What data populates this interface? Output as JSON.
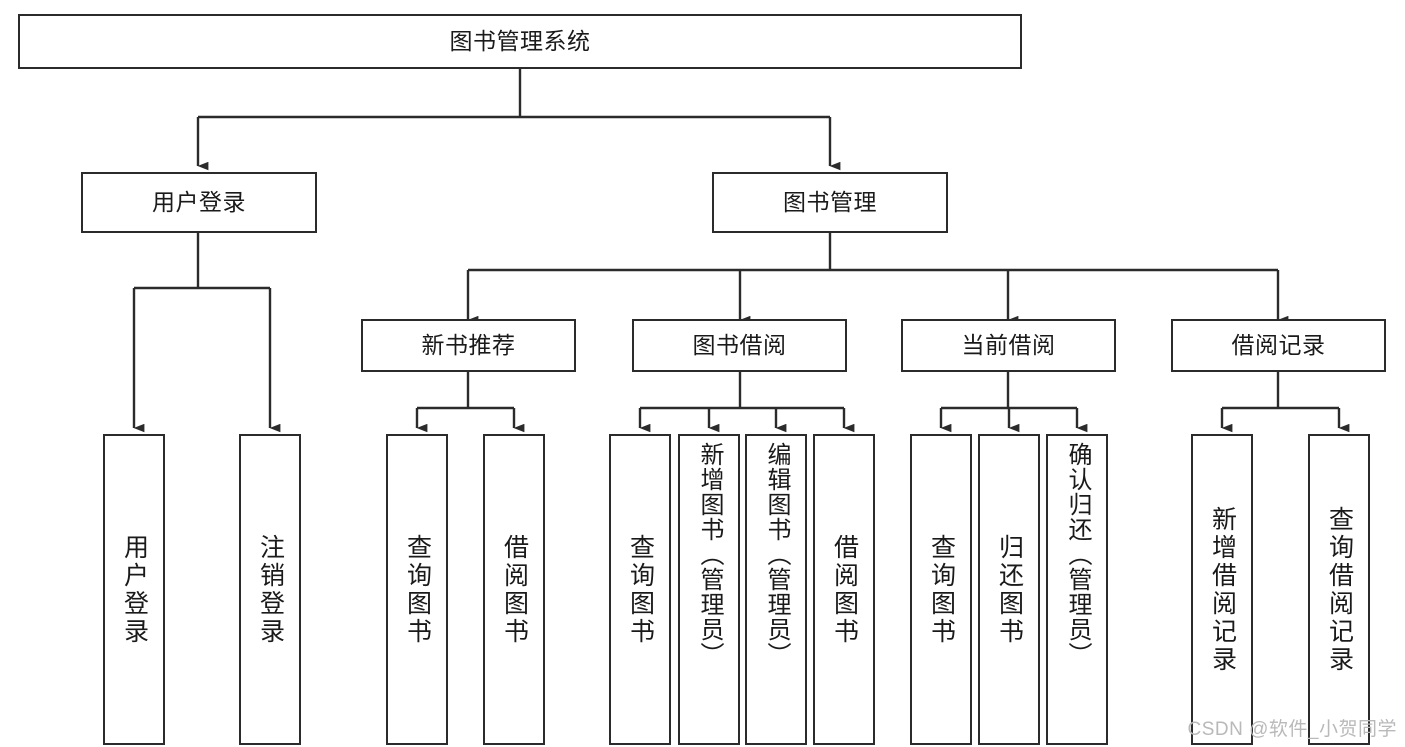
{
  "diagram": {
    "title": "图书管理系统",
    "type": "tree",
    "watermark": "CSDN @软件_小贺同学",
    "colors": {
      "stroke": "#2b2b2b",
      "fill": "#ffffff",
      "text": "#1a1a1a",
      "watermark": "#b9b9b9"
    },
    "levels": {
      "root": {
        "label": "图书管理系统"
      },
      "level2": [
        {
          "label": "用户登录"
        },
        {
          "label": "图书管理"
        }
      ],
      "level3": [
        {
          "label": "新书推荐"
        },
        {
          "label": "图书借阅"
        },
        {
          "label": "当前借阅"
        },
        {
          "label": "借阅记录"
        }
      ],
      "leaves": {
        "user_login": [
          {
            "label": "用户登录"
          },
          {
            "label": "注销登录"
          }
        ],
        "new_book": [
          {
            "label": "查询图书"
          },
          {
            "label": "借阅图书"
          }
        ],
        "book_borrow": [
          {
            "label": "查询图书"
          },
          {
            "label": "新增图书（管理员）"
          },
          {
            "label": "编辑图书（管理员）"
          },
          {
            "label": "借阅图书"
          }
        ],
        "current_borrow": [
          {
            "label": "查询图书"
          },
          {
            "label": "归还图书"
          },
          {
            "label": "确认归还（管理员）"
          }
        ],
        "borrow_record": [
          {
            "label": "新增借阅记录"
          },
          {
            "label": "查询借阅记录"
          }
        ]
      }
    }
  }
}
